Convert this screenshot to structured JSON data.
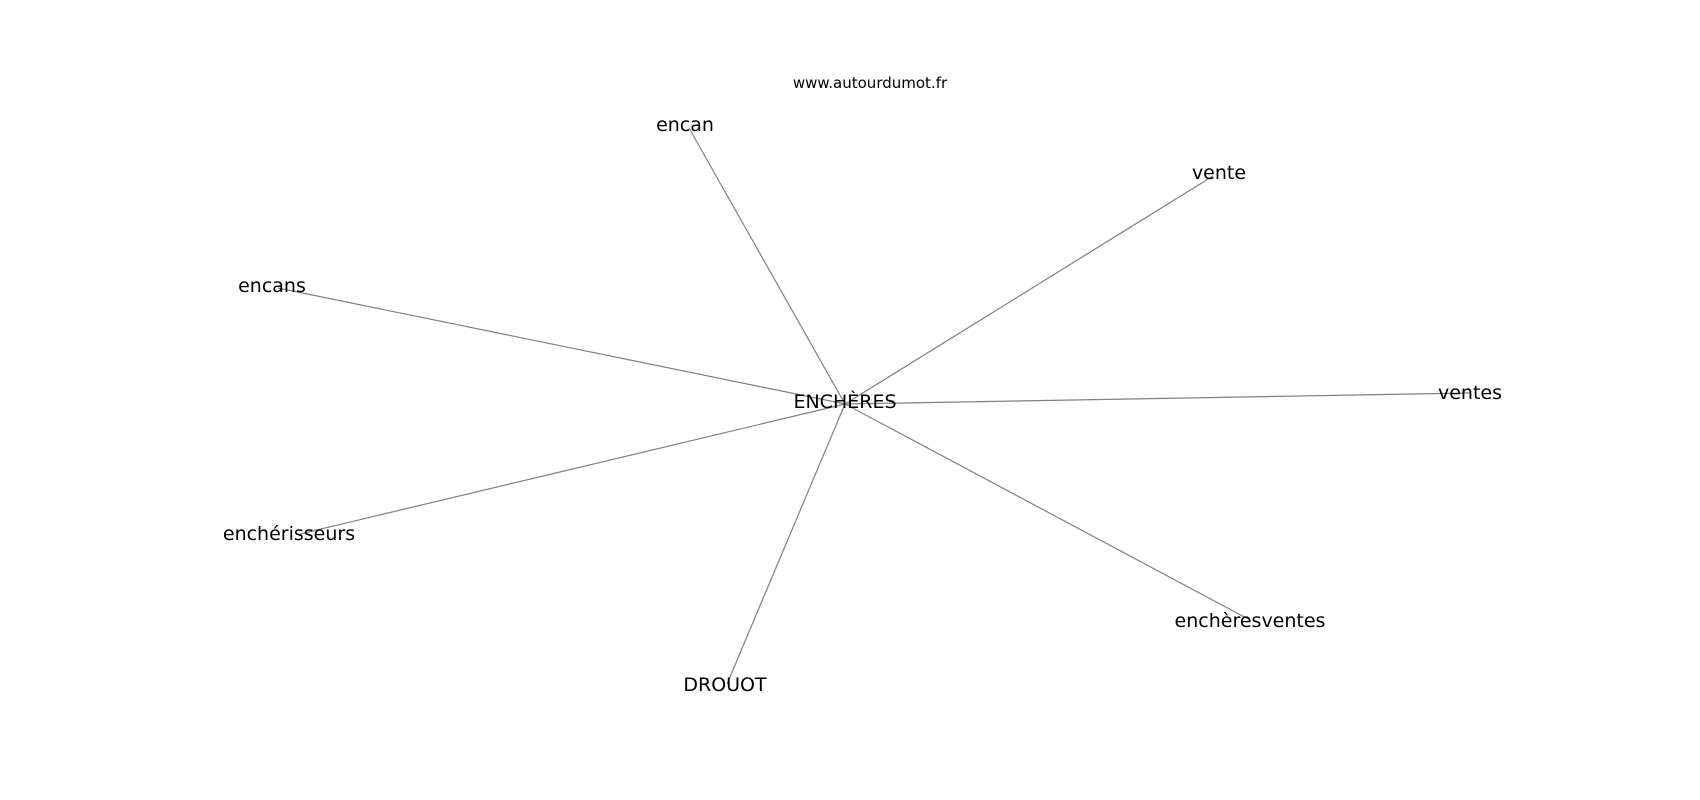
{
  "header": {
    "site": "www.autourdumot.fr"
  },
  "graph": {
    "center": "ENCHÈRES",
    "nodes": [
      "encan",
      "vente",
      "encans",
      "ventes",
      "enchérisseurs",
      "enchèresventes",
      "DROUOT"
    ]
  },
  "colors": {
    "edge": "#808080",
    "text": "#000000",
    "background": "#ffffff"
  }
}
